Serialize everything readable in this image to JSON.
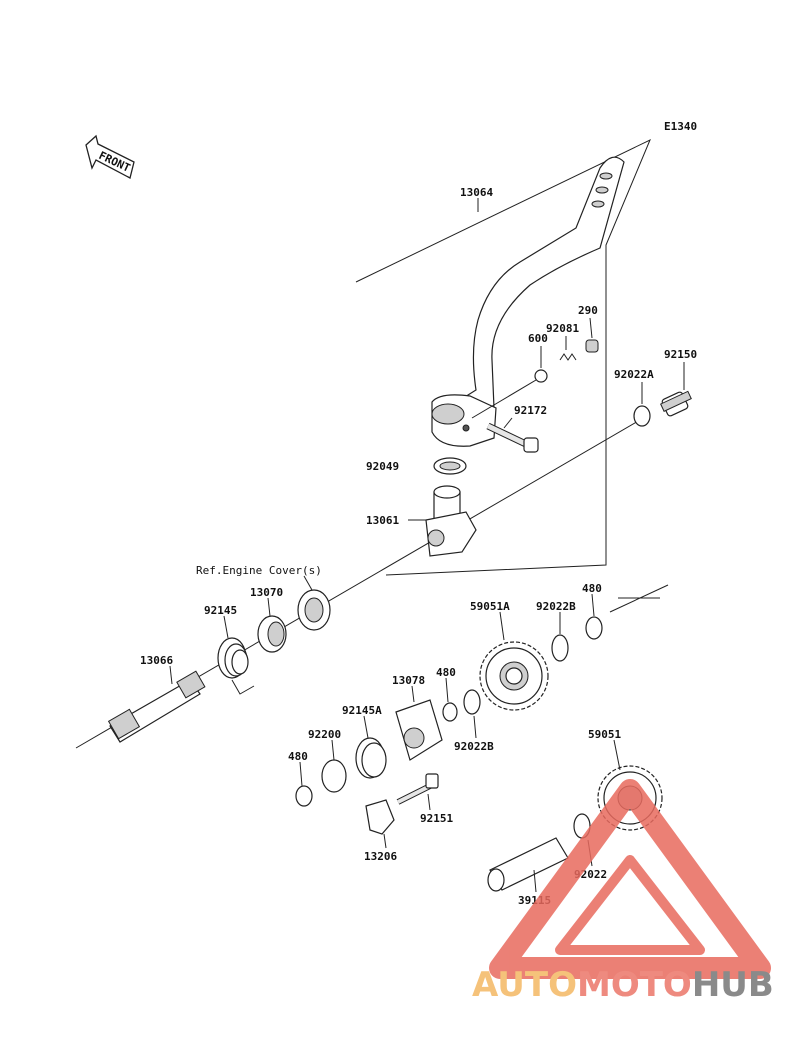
{
  "diagram_code": "E1340",
  "front_label": "FRONT",
  "reference_note": "Ref.Engine Cover(s)",
  "parts": [
    {
      "number": "13064"
    },
    {
      "number": "290"
    },
    {
      "number": "92081"
    },
    {
      "number": "600"
    },
    {
      "number": "92150"
    },
    {
      "number": "92022A"
    },
    {
      "number": "92172"
    },
    {
      "number": "92049"
    },
    {
      "number": "13061"
    },
    {
      "number": "13070"
    },
    {
      "number": "92145"
    },
    {
      "number": "480"
    },
    {
      "number": "59051A"
    },
    {
      "number": "92022B"
    },
    {
      "number": "13066"
    },
    {
      "number": "13078"
    },
    {
      "number": "480"
    },
    {
      "number": "92145A"
    },
    {
      "number": "92022B"
    },
    {
      "number": "92200"
    },
    {
      "number": "480"
    },
    {
      "number": "59051"
    },
    {
      "number": "92151"
    },
    {
      "number": "13206"
    },
    {
      "number": "92022"
    },
    {
      "number": "39115"
    }
  ],
  "watermark": {
    "part1": "AUTO",
    "part2": "MOTO",
    "part3": "HUB",
    "colors": {
      "auto": "#f5c27a",
      "moto": "#ee8a7f",
      "hub": "#8a8a8a",
      "triangle": "#e86a5e"
    }
  }
}
